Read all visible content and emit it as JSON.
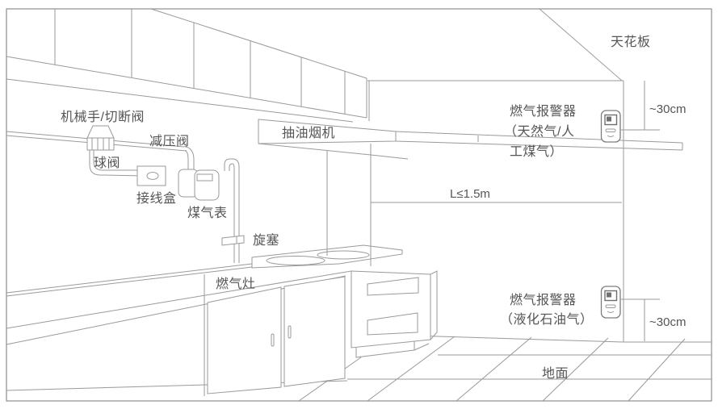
{
  "colors": {
    "line": "#9a9a9a",
    "line_dark": "#7d7d7d",
    "text": "#555555",
    "background": "#ffffff",
    "border": "#8e8e8e"
  },
  "room": {
    "ceiling_label": "天花板",
    "floor_label": "地面",
    "wall_distance_label": "L≤1.5m"
  },
  "appliances": {
    "range_hood_label": "抽油烟机",
    "gas_stove_label": "燃气灶"
  },
  "gas_line": {
    "mechanical_cutoff_valve_label": "机械手/切断阀",
    "pressure_reducing_valve_label": "减压阀",
    "ball_valve_label": "球阀",
    "junction_box_label": "接线盒",
    "gas_meter_label": "煤气表",
    "plug_valve_label": "旋塞"
  },
  "alarms": {
    "natural_gas": {
      "label_line1": "燃气报警器",
      "label_line2": "（天然气/人",
      "label_line3": "工煤气）",
      "ceiling_distance": "~30cm"
    },
    "lpg": {
      "label_line1": "燃气报警器",
      "label_line2": "（液化石油气）",
      "floor_distance": "~30cm"
    }
  }
}
